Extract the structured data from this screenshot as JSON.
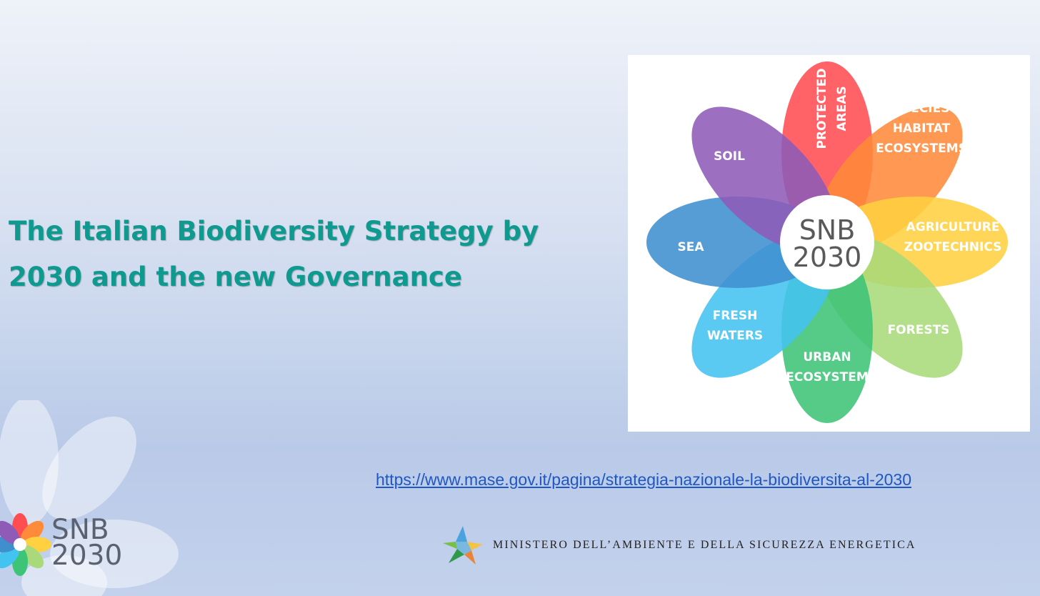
{
  "title": {
    "line1": "The Italian Biodiversity Strategy by",
    "line2": "2030 and the new Governance"
  },
  "flower": {
    "center_top": "SNB",
    "center_bottom": "2030",
    "petals": [
      {
        "id": "protected-areas",
        "lines": [
          "PROTECTED",
          "AREAS"
        ],
        "color": "#ff4d52"
      },
      {
        "id": "species",
        "lines": [
          "SPECIES",
          "HABITAT",
          "ECOSYSTEMS"
        ],
        "color": "#ff8a3a"
      },
      {
        "id": "agriculture",
        "lines": [
          "AGRICULTURE",
          "ZOOTECHNICS"
        ],
        "color": "#ffd040"
      },
      {
        "id": "forests",
        "lines": [
          "FORESTS"
        ],
        "color": "#a9d97a"
      },
      {
        "id": "urban",
        "lines": [
          "URBAN",
          "ECOSYSTEM"
        ],
        "color": "#3dc476"
      },
      {
        "id": "fresh-waters",
        "lines": [
          "FRESH",
          "WATERS"
        ],
        "color": "#43c3f0"
      },
      {
        "id": "sea",
        "lines": [
          "SEA"
        ],
        "color": "#3f8fcf"
      },
      {
        "id": "soil",
        "lines": [
          "SOIL"
        ],
        "color": "#8e5bb7"
      }
    ]
  },
  "link": {
    "text": "https://www.mase.gov.it/pagina/strategia-nazionale-la-biodiversita-al-2030"
  },
  "ministry": {
    "name": "MINISTERO DELL’AMBIENTE E DELLA SICUREZZA ENERGETICA"
  },
  "logo": {
    "line1": "SNB",
    "line2": "2030"
  }
}
